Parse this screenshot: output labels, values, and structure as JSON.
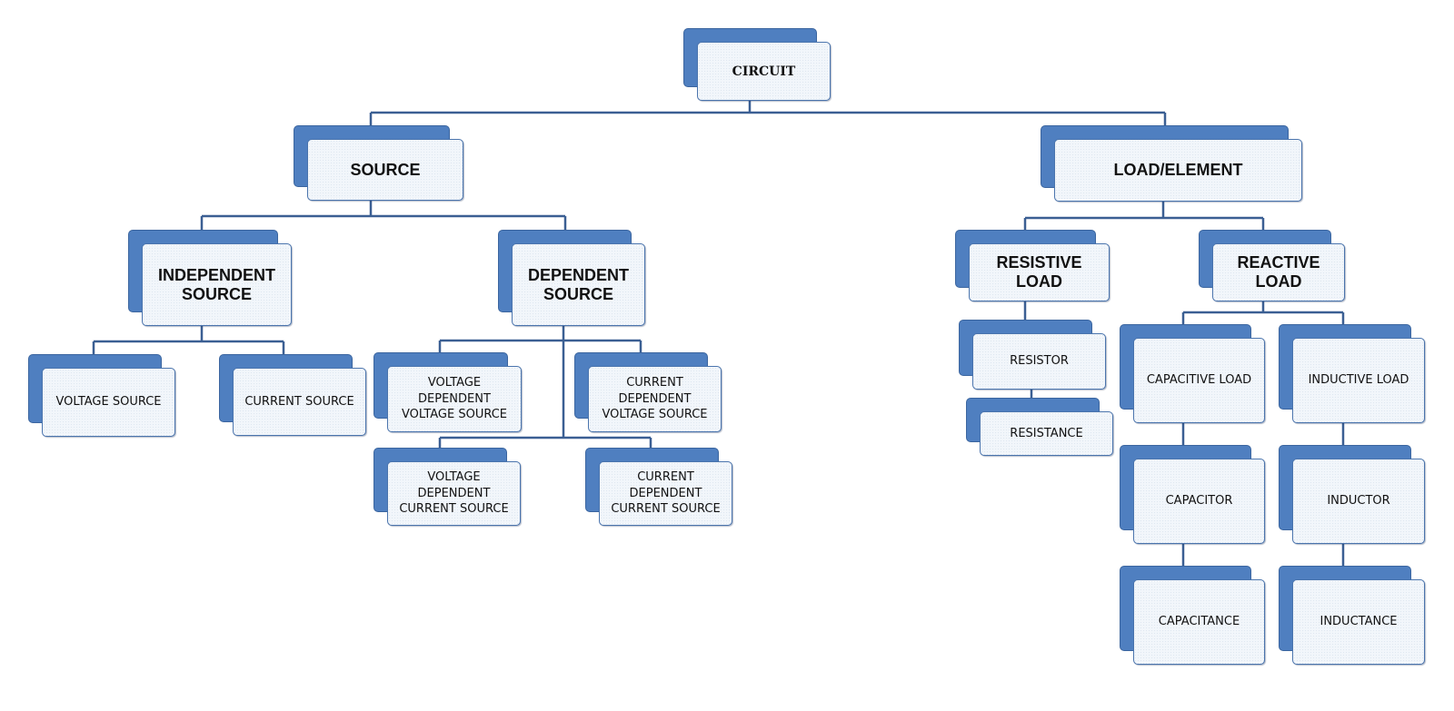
{
  "diagram": {
    "nodes": {
      "circuit": "CIRCUIT",
      "source": "SOURCE",
      "load_element": "LOAD/ELEMENT",
      "independent_source": "INDEPENDENT\nSOURCE",
      "dependent_source": "DEPENDENT\nSOURCE",
      "resistive_load": "RESISTIVE\nLOAD",
      "reactive_load": "REACTIVE\nLOAD",
      "voltage_source": "VOLTAGE SOURCE",
      "current_source": "CURRENT SOURCE",
      "vdvs": "VOLTAGE\nDEPENDENT\nVOLTAGE SOURCE",
      "cdvs": "CURRENT\nDEPENDENT\nVOLTAGE SOURCE",
      "vdcs": "VOLTAGE\nDEPENDENT\nCURRENT SOURCE",
      "cdcs": "CURRENT\nDEPENDENT\nCURRENT SOURCE",
      "resistor": "RESISTOR",
      "resistance": "RESISTANCE",
      "capacitive_load": "CAPACITIVE LOAD",
      "inductive_load": "INDUCTIVE LOAD",
      "capacitor": "CAPACITOR",
      "inductor": "INDUCTOR",
      "capacitance": "CAPACITANCE",
      "inductance": "INDUCTANCE"
    },
    "colors": {
      "shadow": "#4f7fc0",
      "face": "#f2f6fb",
      "border": "#4a74ad",
      "connector": "#3b5f93"
    }
  }
}
